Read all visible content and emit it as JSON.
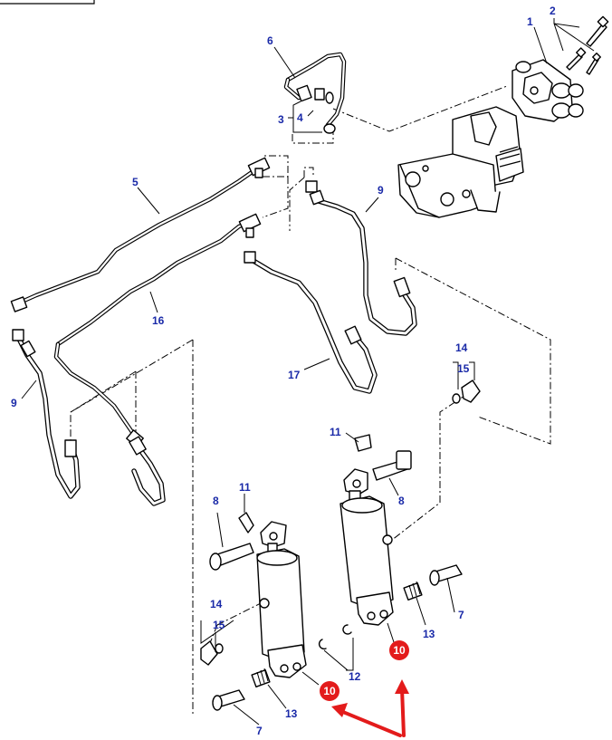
{
  "callouts": {
    "c1": "1",
    "c2": "2",
    "c3": "3",
    "c4": "4",
    "c5": "5",
    "c6": "6",
    "c7a": "7",
    "c7b": "7",
    "c8a": "8",
    "c8b": "8",
    "c9a": "9",
    "c9b": "9",
    "c10a": "10",
    "c10b": "10",
    "c11a": "11",
    "c11b": "11",
    "c12": "12",
    "c13a": "13",
    "c13b": "13",
    "c14a": "14",
    "c14b": "14",
    "c15a": "15",
    "c15b": "15",
    "c16": "16",
    "c17": "17"
  },
  "colors": {
    "callout_text": "#1a2aa8",
    "highlight": "#e31b1b",
    "line": "#000000",
    "background": "#ffffff"
  },
  "highlighted_part": "10"
}
